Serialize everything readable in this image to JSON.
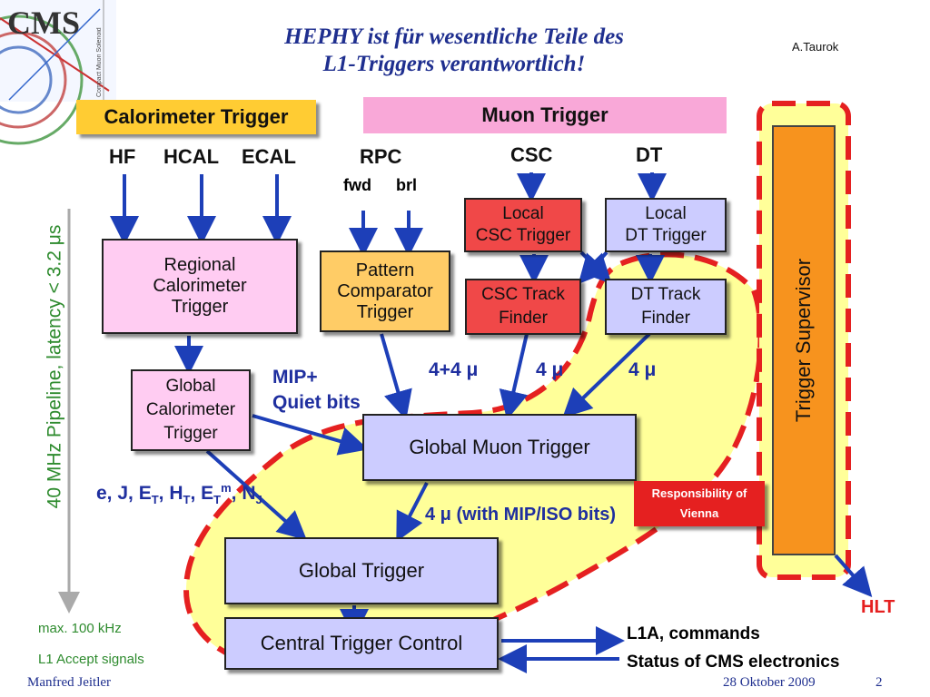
{
  "slide": {
    "title_line1": "HEPHY ist für wesentliche Teile des",
    "title_line2": "L1-Triggers verantwortlich!",
    "author": "A.Taurok",
    "footer_left": "Manfred Jeitler",
    "footer_date": "28 Oktober  2009",
    "page_number": "2",
    "logo_text": "CMS",
    "logo_subtext": "Compact Muon Solenoid"
  },
  "sections": {
    "calorimeter": "Calorimeter Trigger",
    "muon": "Muon Trigger"
  },
  "detectors": {
    "hf": "HF",
    "hcal": "HCAL",
    "ecal": "ECAL",
    "rpc": "RPC",
    "rpc_fwd": "fwd",
    "rpc_brl": "brl",
    "csc": "CSC",
    "dt": "DT"
  },
  "boxes": {
    "regional_calo": [
      "Regional",
      "Calorimeter",
      "Trigger"
    ],
    "pattern_comp": [
      "Pattern",
      "Comparator",
      "Trigger"
    ],
    "local_csc": [
      "Local",
      "CSC Trigger"
    ],
    "local_dt": [
      "Local",
      "DT Trigger"
    ],
    "csc_track": [
      "CSC Track",
      "Finder"
    ],
    "dt_track": [
      "DT Track",
      "Finder"
    ],
    "global_calo": [
      "Global",
      "Calorimeter",
      "Trigger"
    ],
    "global_muon": "Global Muon Trigger",
    "global_trigger": "Global Trigger",
    "central_control": "Central Trigger Control",
    "trigger_supervisor": "Trigger Supervisor"
  },
  "labels": {
    "mu_44": "4+4 μ",
    "mu_4a": "4 μ",
    "mu_4b": "4 μ",
    "mip_line1": "MIP+",
    "mip_line2": "Quiet bits",
    "calo_objects": "e, J, E",
    "mu_iso": "4 μ (with MIP/ISO bits)",
    "responsibility_line1": "Responsibility of",
    "responsibility_line2": "Vienna",
    "hlt": "HLT",
    "l1a": "L1A, commands",
    "status": "Status of CMS electronics",
    "pipeline": "40 MHz Pipeline,  latency < 3.2 μs",
    "max_rate": "max. 100 kHz",
    "l1_accept": "L1 Accept signals"
  },
  "colors": {
    "title": "#1f2f8f",
    "calo_header": "#ffcc33",
    "muon_header": "#f9a8d8",
    "pink_box": "#ffccf2",
    "orange_box": "#ffcc66",
    "red_box": "#f04848",
    "lavender_box": "#ccccff",
    "yellow_region": "#ffff99",
    "dashed_red": "#e52020",
    "supervisor_orange": "#f7931e",
    "arrow_blue": "#1d3fb8",
    "green_text": "#2e8b2e"
  }
}
